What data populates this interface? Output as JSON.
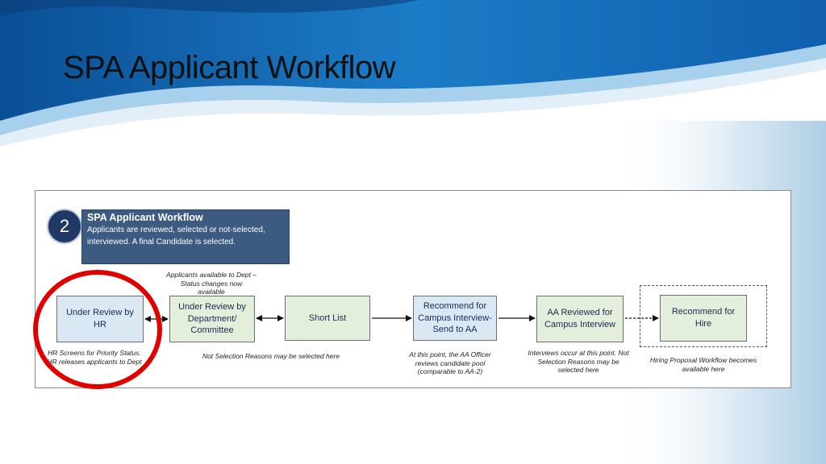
{
  "slide": {
    "title": "SPA Applicant Workflow"
  },
  "figure": {
    "step_number": "2",
    "header_title": "SPA Applicant Workflow",
    "header_description": "Applicants are reviewed, selected or not-selected, interviewed.  A final Candidate is selected.",
    "nodes": [
      "Under Review by HR",
      "Under Review by Department/ Committee",
      "Short List",
      "Recommend for Campus Interview-Send to AA",
      "AA Reviewed for Campus Interview",
      "Recommend for Hire"
    ],
    "notes": {
      "above_department": "Applicants available to Dept – Status changes now available",
      "below_hr": "HR Screens for Priority Status.  HR releases applicants to Dept",
      "below_department": "Not Selection Reasons may be selected here",
      "below_recommend_campus": "At this point, the AA Officer reviews candidate pool (comparable to AA-2)",
      "below_aa_reviewed": "Interviews occur at this point. Not Selection Reasons may be selected here",
      "below_hire": "Hiring Proposal Workflow becomes available here"
    }
  },
  "colors": {
    "header_bg": "#3d5a80",
    "circle_bg": "#1f3864",
    "node_blue": "#dae8f3",
    "node_green": "#e3efda",
    "highlight_ring": "#e00000"
  }
}
